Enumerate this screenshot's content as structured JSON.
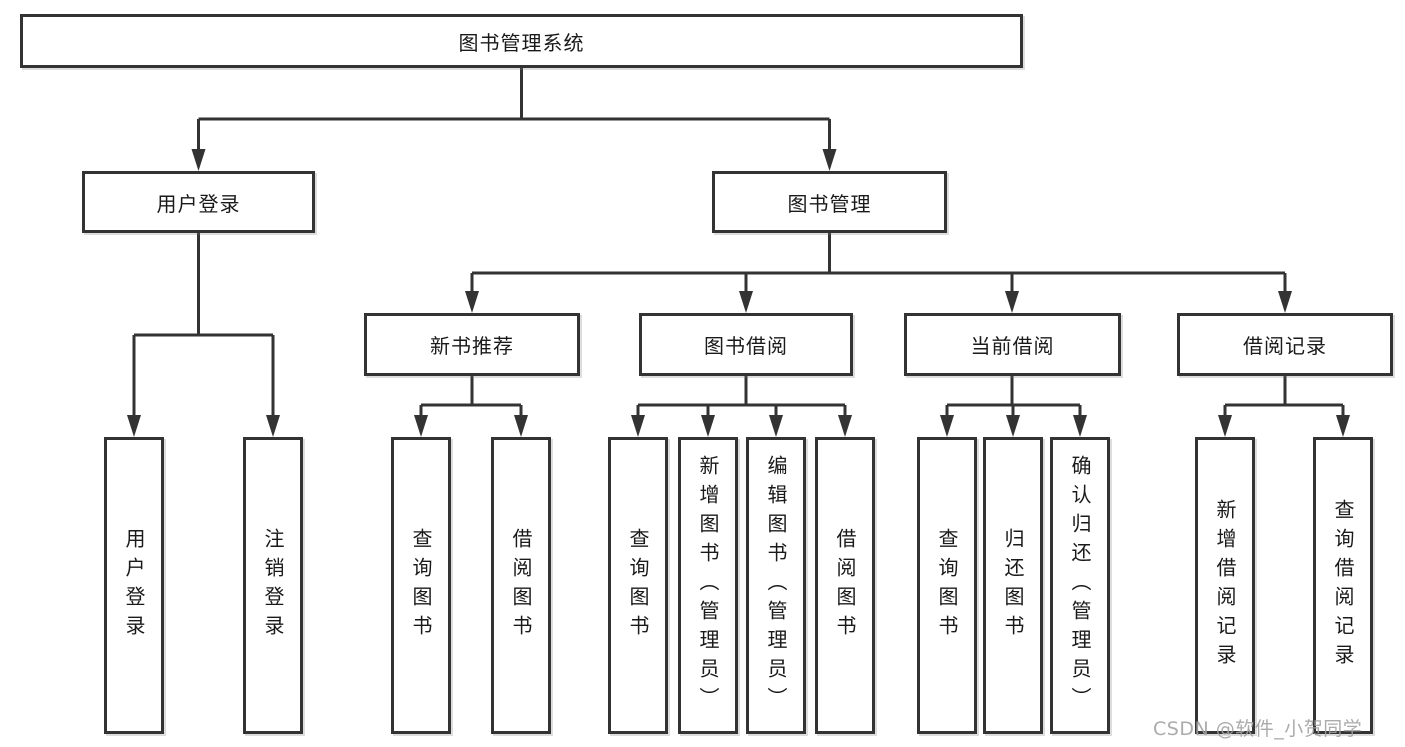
{
  "diagram": {
    "root": {
      "label": "图书管理系统"
    },
    "user_login": {
      "label": "用户登录",
      "children": [
        {
          "label": "用户登录"
        },
        {
          "label": "注销登录"
        }
      ]
    },
    "book_management": {
      "label": "图书管理",
      "children": [
        {
          "label": "新书推荐",
          "children": [
            {
              "label": "查询图书"
            },
            {
              "label": "借阅图书"
            }
          ]
        },
        {
          "label": "图书借阅",
          "children": [
            {
              "label": "查询图书"
            },
            {
              "label": "新增图书（管理员）"
            },
            {
              "label": "编辑图书（管理员）"
            },
            {
              "label": "借阅图书"
            }
          ]
        },
        {
          "label": "当前借阅",
          "children": [
            {
              "label": "查询图书"
            },
            {
              "label": "归还图书"
            },
            {
              "label": "确认归还（管理员）"
            }
          ]
        },
        {
          "label": "借阅记录",
          "children": [
            {
              "label": "新增借阅记录"
            },
            {
              "label": "查询借阅记录"
            }
          ]
        }
      ]
    }
  },
  "watermark": {
    "text": "CSDN @软件_小贺同学"
  },
  "colors": {
    "line": "#333333",
    "text": "#1a1a1a",
    "background": "#ffffff",
    "watermark": "#a2a2a2"
  }
}
